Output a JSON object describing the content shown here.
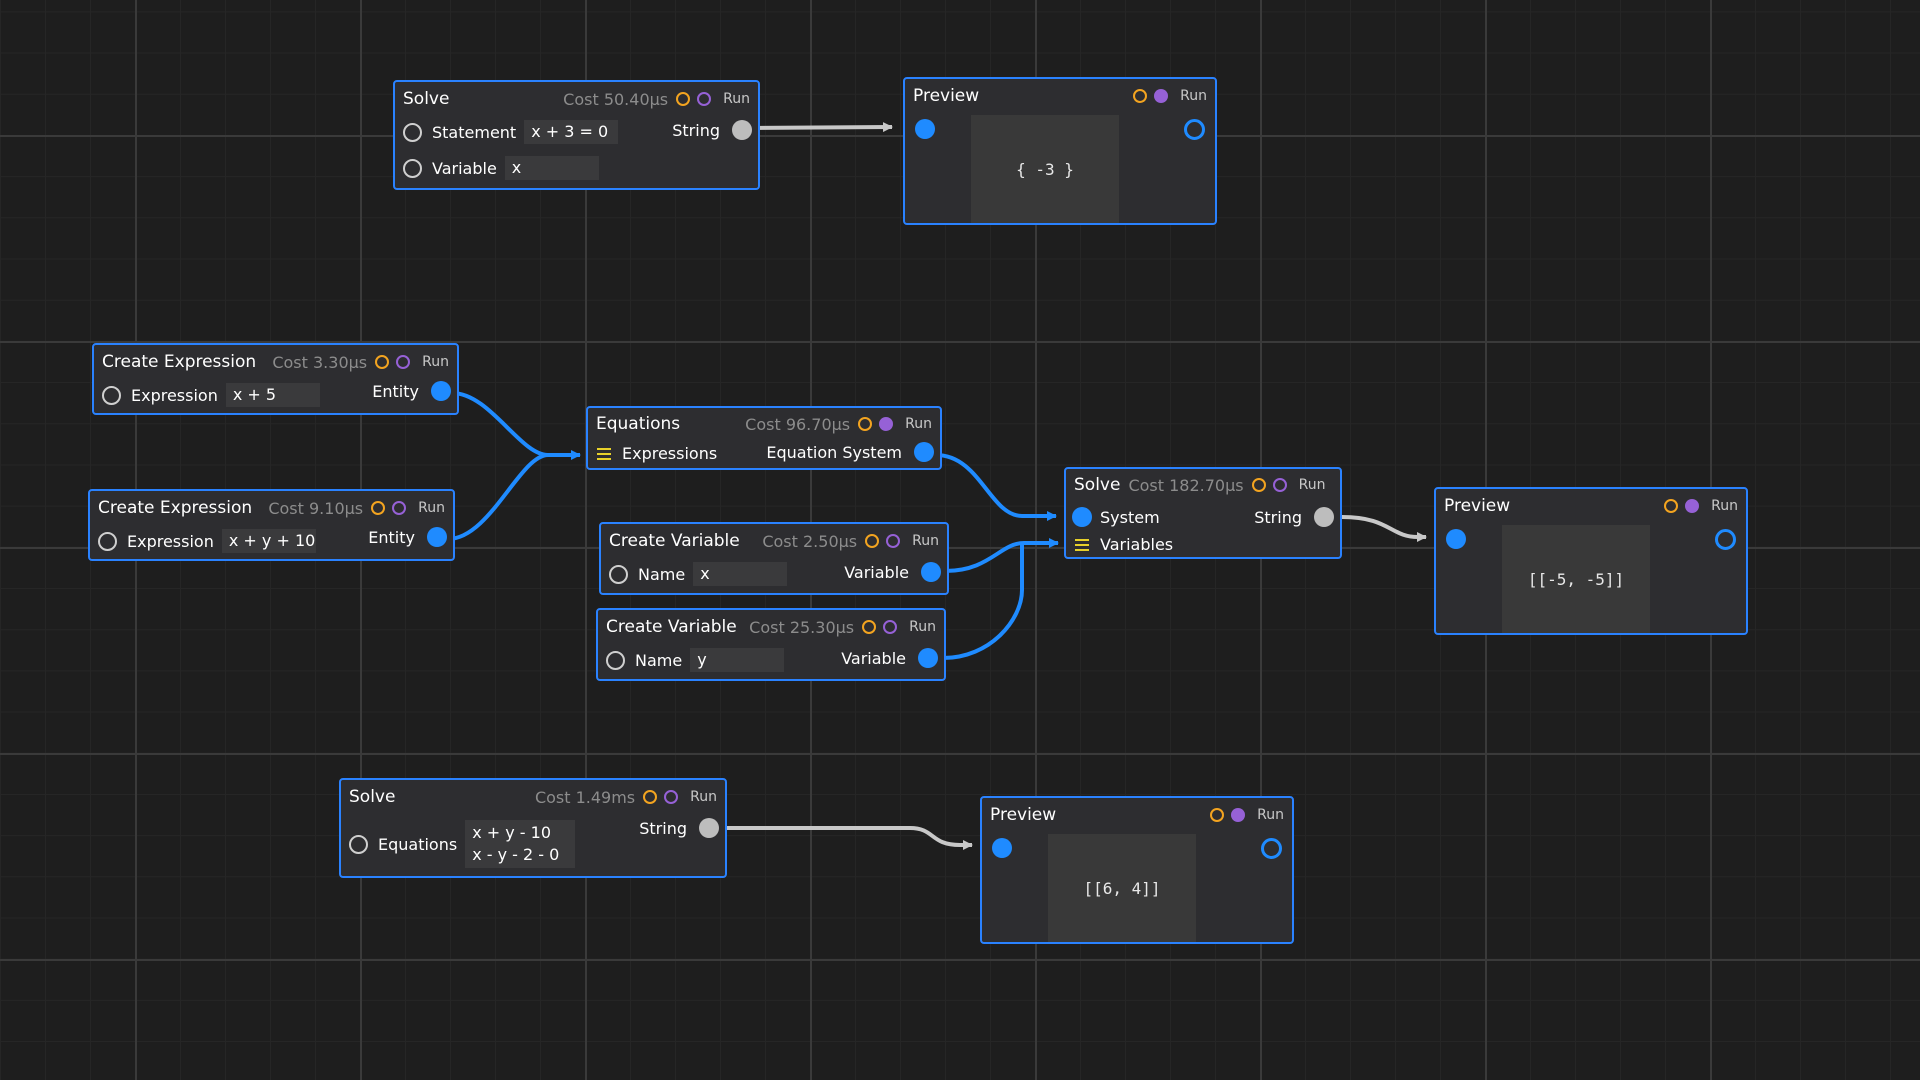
{
  "colors": {
    "accent": "#2a82ff",
    "pin_blue": "#1f8bff",
    "wire_gray": "#c8c8c8",
    "orange": "#f3a420",
    "purple": "#9661d6",
    "list_icon": "#e8d12a"
  },
  "nodes": {
    "solve1": {
      "title": "Solve",
      "cost": "Cost 50.40µs",
      "run": "Run",
      "statement_label": "Statement",
      "statement_value": "x + 3 = 0",
      "variable_label": "Variable",
      "variable_value": "x",
      "output_label": "String"
    },
    "preview1": {
      "title": "Preview",
      "run": "Run",
      "value": "{ -3 }"
    },
    "create_expr1": {
      "title": "Create Expression",
      "cost": "Cost 3.30µs",
      "run": "Run",
      "input_label": "Expression",
      "input_value": "x + 5",
      "output_label": "Entity"
    },
    "create_expr2": {
      "title": "Create Expression",
      "cost": "Cost 9.10µs",
      "run": "Run",
      "input_label": "Expression",
      "input_value": "x + y + 10",
      "output_label": "Entity"
    },
    "equations": {
      "title": "Equations",
      "cost": "Cost 96.70µs",
      "run": "Run",
      "input_label": "Expressions",
      "output_label": "Equation System"
    },
    "create_var1": {
      "title": "Create Variable",
      "cost": "Cost 2.50µs",
      "run": "Run",
      "input_label": "Name",
      "input_value": "x",
      "output_label": "Variable"
    },
    "create_var2": {
      "title": "Create Variable",
      "cost": "Cost 25.30µs",
      "run": "Run",
      "input_label": "Name",
      "input_value": "y",
      "output_label": "Variable"
    },
    "solve2": {
      "title": "Solve",
      "cost": "Cost 182.70µs",
      "run": "Run",
      "system_label": "System",
      "variables_label": "Variables",
      "output_label": "String"
    },
    "preview2": {
      "title": "Preview",
      "run": "Run",
      "value": "[[-5, -5]]"
    },
    "solve3": {
      "title": "Solve",
      "cost": "Cost 1.49ms",
      "run": "Run",
      "input_label": "Equations",
      "line1": "x + y - 10",
      "line2": "x - y - 2 - 0",
      "output_label": "String"
    },
    "preview3": {
      "title": "Preview",
      "run": "Run",
      "value": "[[6, 4]]"
    }
  }
}
